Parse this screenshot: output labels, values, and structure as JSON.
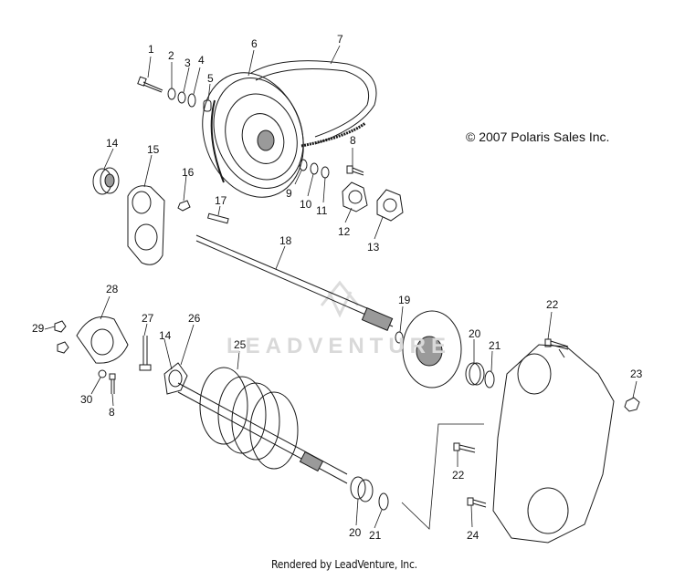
{
  "copyright": "© 2007 Polaris Sales Inc.",
  "footer": "Rendered by LeadVenture, Inc.",
  "watermark": "LEADVENTURE",
  "callouts": [
    "1",
    "2",
    "3",
    "4",
    "5",
    "6",
    "7",
    "8",
    "9",
    "10",
    "11",
    "12",
    "13",
    "14",
    "15",
    "16",
    "17",
    "18",
    "19",
    "20",
    "21",
    "22",
    "23",
    "24",
    "25",
    "26",
    "27",
    "28",
    "29",
    "30",
    "8",
    "14",
    "20",
    "21",
    "22"
  ],
  "colors": {
    "line": "#1a1a1a",
    "shade": "#9a9a9a",
    "watermark": "#d9d9d9"
  }
}
